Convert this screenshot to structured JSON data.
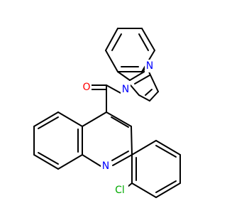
{
  "colors": {
    "bond": "#000000",
    "O": "#ff0000",
    "N": "#0000ff",
    "Cl": "#00aa00",
    "background": "#ffffff"
  },
  "atoms": [
    {
      "label": "O",
      "element": "O"
    },
    {
      "label": "N",
      "element": "N"
    },
    {
      "label": "N",
      "element": "N"
    },
    {
      "label": "N",
      "element": "N"
    },
    {
      "label": "Cl",
      "element": "Cl"
    }
  ]
}
